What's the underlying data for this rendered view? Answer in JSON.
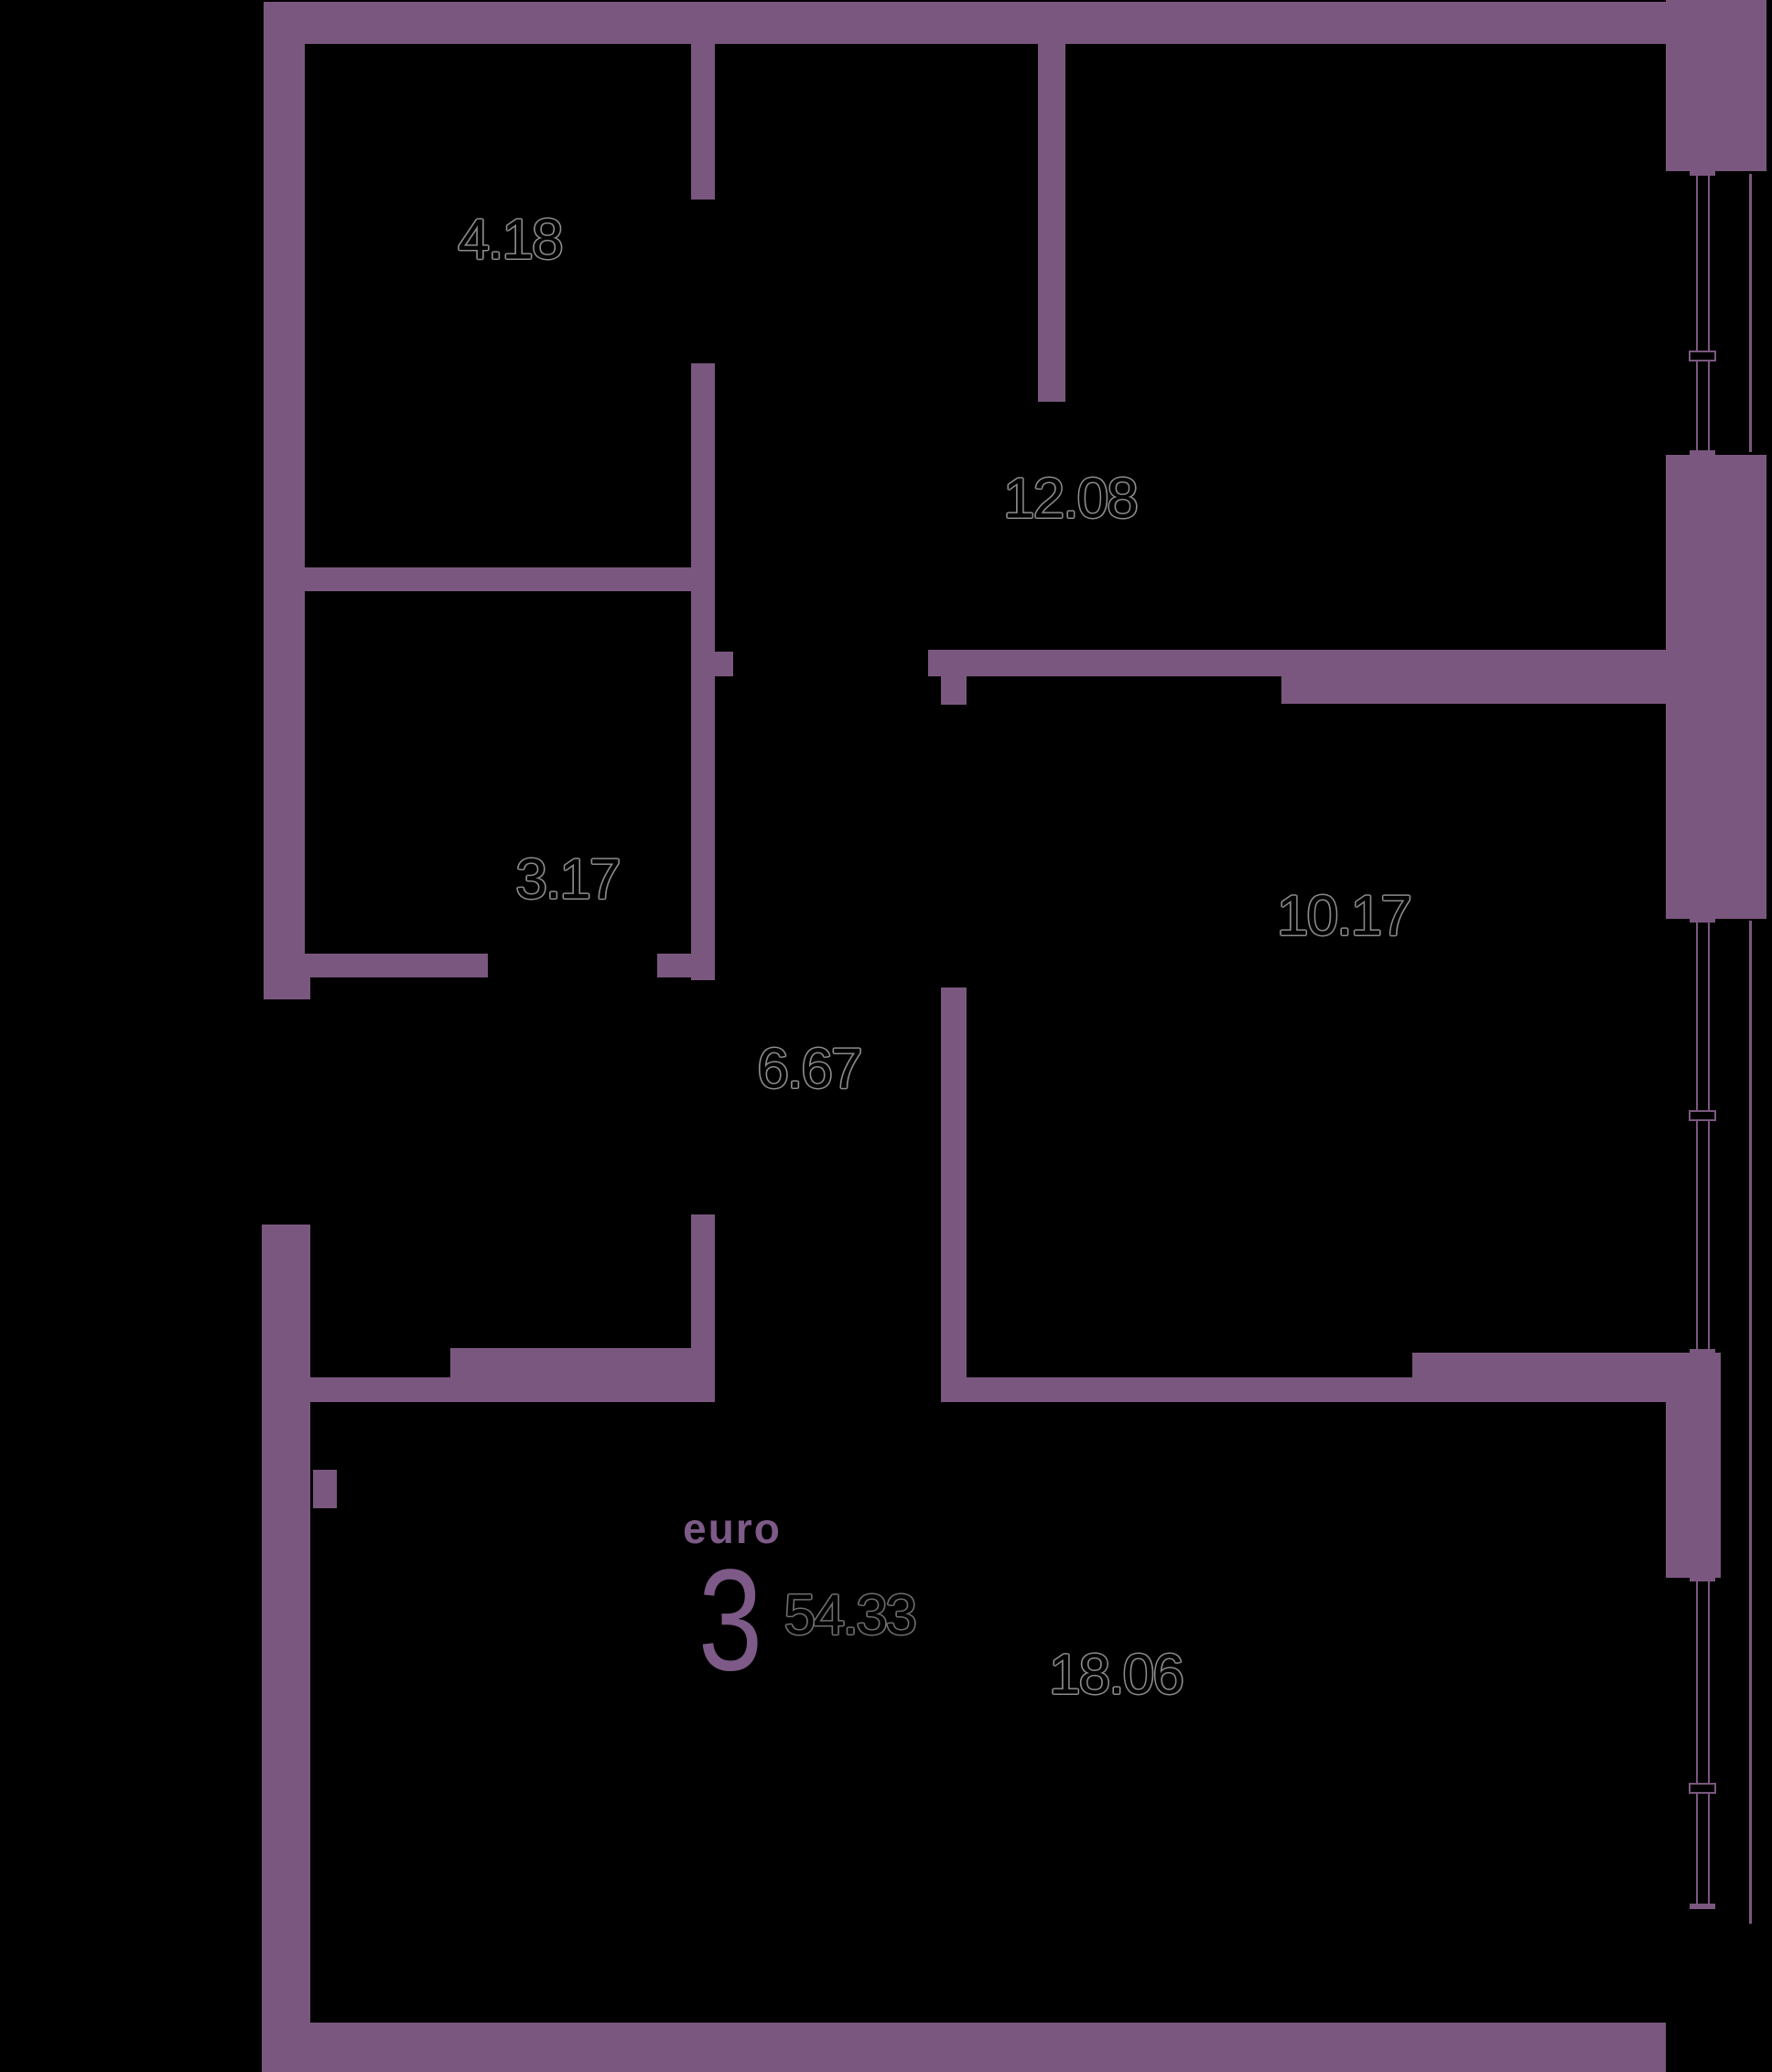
{
  "colors": {
    "background": "#000000",
    "wall": "#7a577e",
    "accent": "#7d5a87",
    "label_outline": "#8c8c8c",
    "total_outline": "#6e6e6e"
  },
  "legend": {
    "type_label": "euro",
    "rooms_number": "3",
    "total_area": "54.33"
  },
  "rooms": [
    {
      "id": "room-top-left",
      "area": "4.18"
    },
    {
      "id": "room-top-right",
      "area": "12.08"
    },
    {
      "id": "room-mid-left",
      "area": "3.17"
    },
    {
      "id": "hallway",
      "area": "6.67"
    },
    {
      "id": "room-right",
      "area": "10.17"
    },
    {
      "id": "room-bottom",
      "area": "18.06"
    }
  ]
}
